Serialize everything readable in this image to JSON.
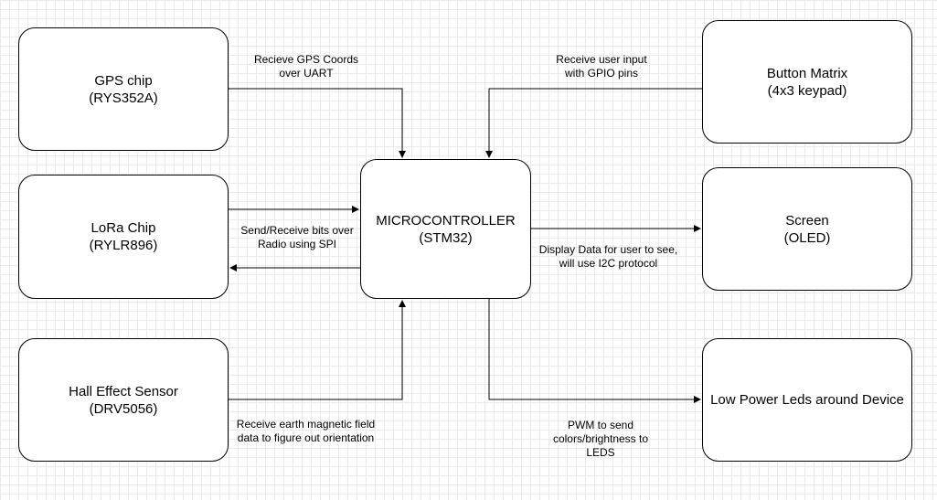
{
  "nodes": {
    "gps": {
      "title": "GPS chip",
      "subtitle": "(RYS352A)"
    },
    "lora": {
      "title": "LoRa Chip",
      "subtitle": "(RYLR896)"
    },
    "hall": {
      "title": "Hall Effect Sensor",
      "subtitle": "(DRV5056)"
    },
    "mcu": {
      "title": "MICROCONTROLLER",
      "subtitle": "(STM32)"
    },
    "buttons": {
      "title": "Button Matrix",
      "subtitle": "(4x3 keypad)"
    },
    "screen": {
      "title": "Screen",
      "subtitle": "(OLED)"
    },
    "leds": {
      "title": "Low Power Leds around Device"
    }
  },
  "edges": {
    "gps_to_mcu": {
      "line1": "Recieve GPS Coords",
      "line2": "over UART"
    },
    "buttons_to_mcu": {
      "line1": "Receive user input",
      "line2": "with GPIO pins"
    },
    "lora_mcu": {
      "line1": "Send/Receive bits over",
      "line2": "Radio using SPI"
    },
    "mcu_to_screen": {
      "line1": "Display Data for user to see,",
      "line2": "will use I2C protocol"
    },
    "hall_to_mcu": {
      "line1": "Receive earth magnetic field",
      "line2": "data to figure out orientation"
    },
    "mcu_to_leds": {
      "line1": "PWM to send",
      "line2": "colors/brightness to",
      "line3": "LEDS"
    }
  }
}
